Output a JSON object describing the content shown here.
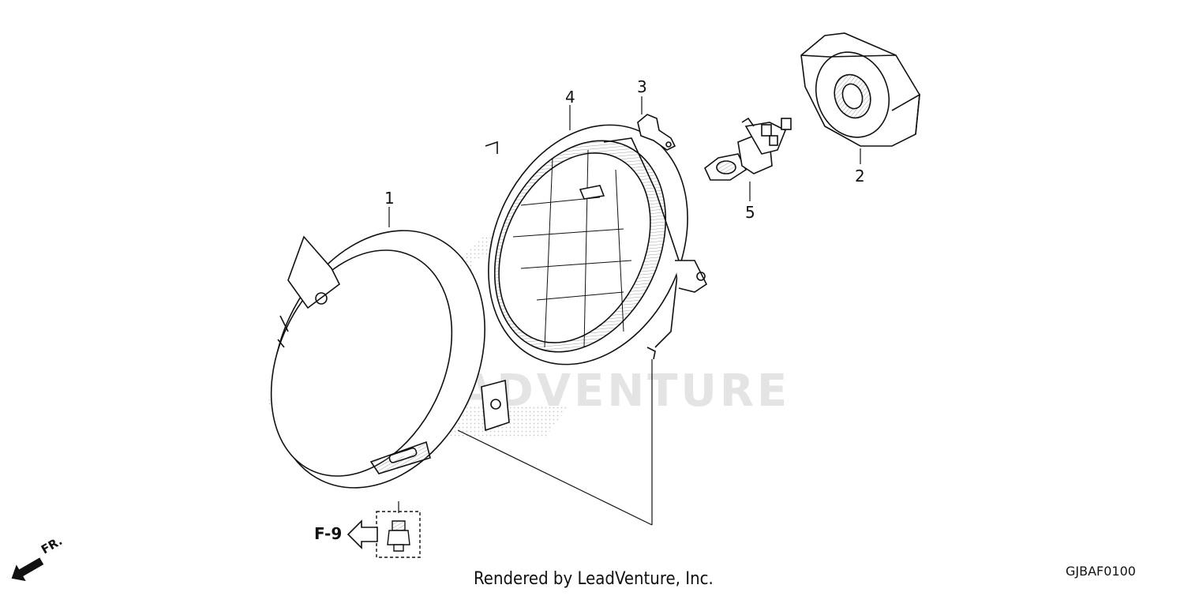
{
  "diagram": {
    "callouts": [
      {
        "id": "1",
        "label": "1"
      },
      {
        "id": "2",
        "label": "2"
      },
      {
        "id": "3",
        "label": "3"
      },
      {
        "id": "4",
        "label": "4"
      },
      {
        "id": "5",
        "label": "5"
      }
    ],
    "reference_label": "F-9",
    "direction_label": "FR.",
    "drawing_code": "GJBAF0100",
    "footer_text": "Rendered by LeadVenture, Inc.",
    "watermark_text": "LEADVENTURE",
    "stroke_color": "#111111"
  }
}
